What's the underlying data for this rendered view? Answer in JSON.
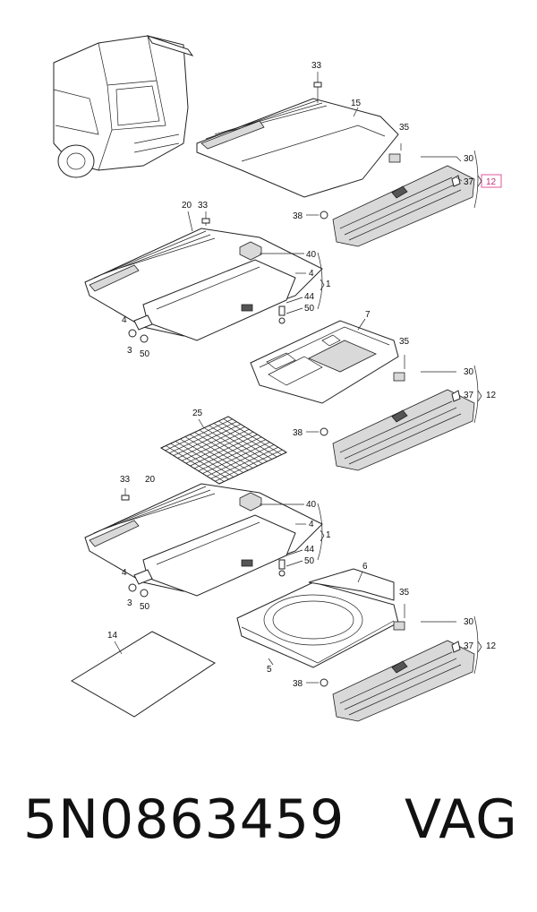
{
  "diagram": {
    "callouts": {
      "c33a": "33",
      "c15": "15",
      "c35a": "35",
      "c30a": "30",
      "c37a": "37",
      "c12a": "12",
      "c38a": "38",
      "c20a": "20",
      "c33b": "33",
      "c40a": "40",
      "c4a": "4",
      "c1a": "1",
      "c44a": "44",
      "c50a": "50",
      "c4b": "4",
      "c3a": "3",
      "c50b": "50",
      "c7": "7",
      "c35b": "35",
      "c30b": "30",
      "c37b": "37",
      "c12b": "12",
      "c38b": "38",
      "c25": "25",
      "c33c": "33",
      "c20b": "20",
      "c40b": "40",
      "c4c": "4",
      "c1b": "1",
      "c44b": "44",
      "c50c": "50",
      "c4d": "4",
      "c3b": "3",
      "c50d": "50",
      "c6": "6",
      "c35c": "35",
      "c30c": "30",
      "c37c": "37",
      "c12c": "12",
      "c5": "5",
      "c38c": "38",
      "c14": "14"
    },
    "highlight_color": "#e0559a"
  },
  "footer": {
    "part_number": "5N0863459",
    "brand": "VAG"
  }
}
